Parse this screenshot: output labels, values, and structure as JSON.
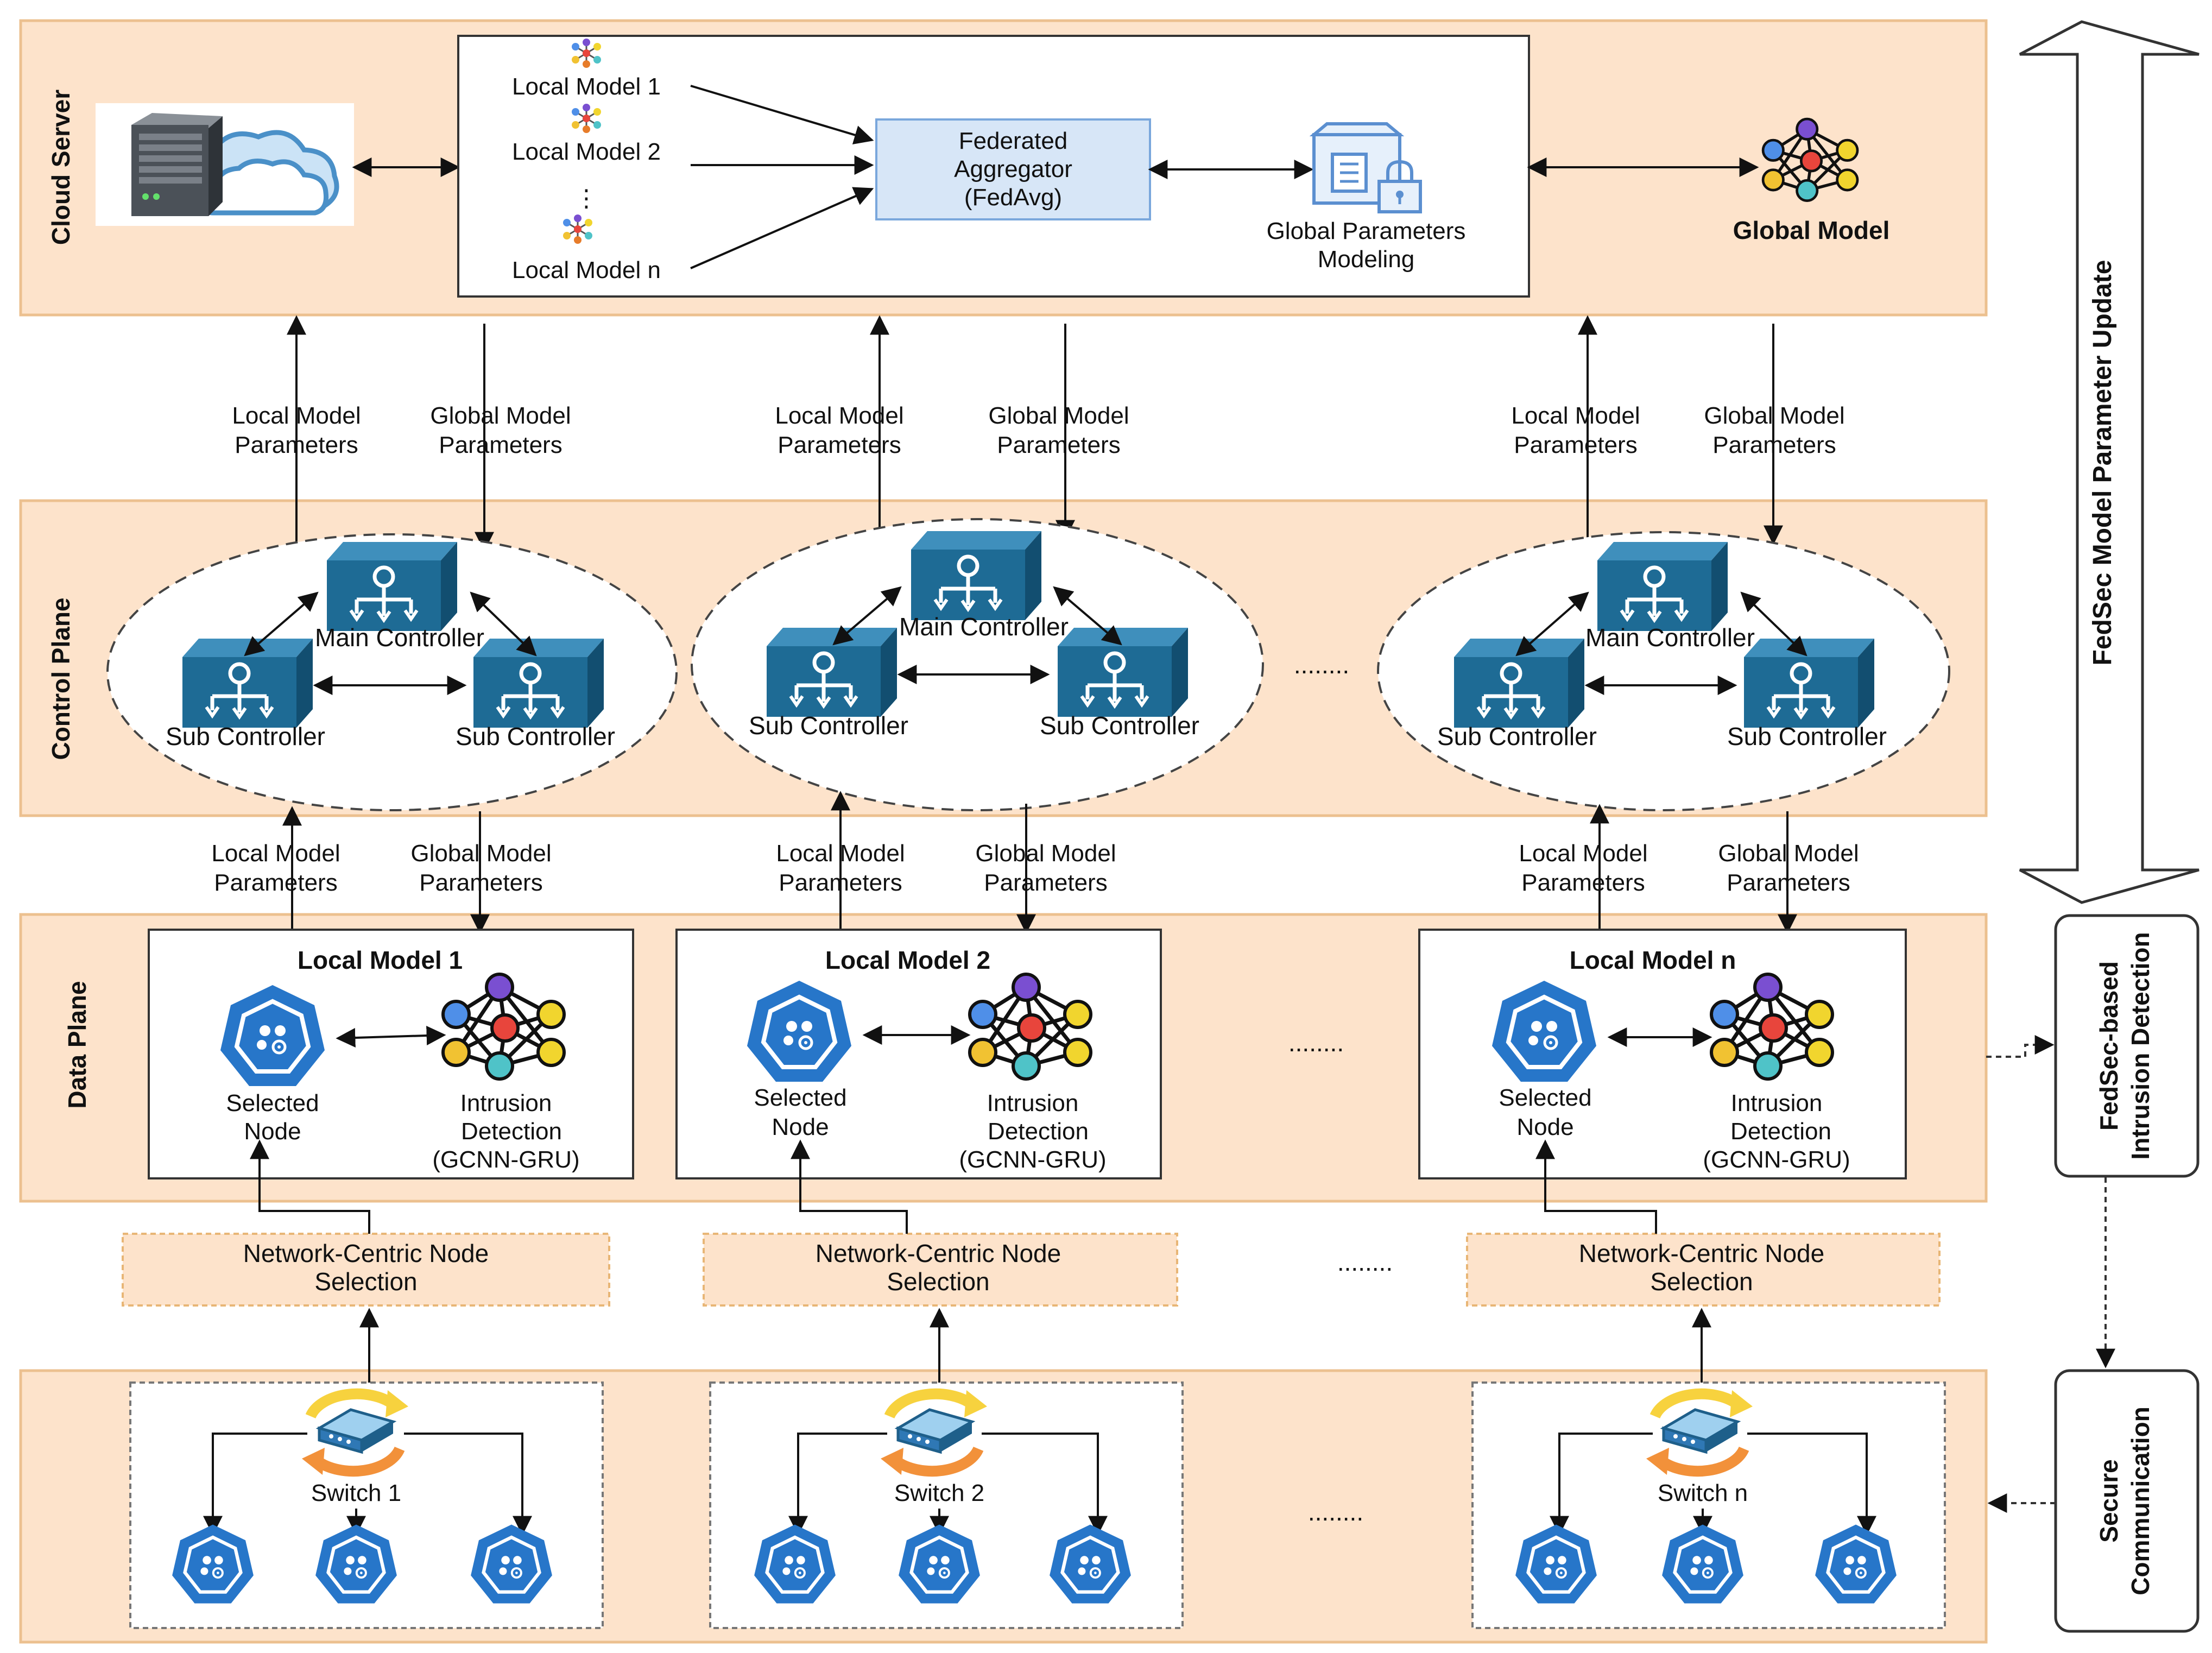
{
  "colors": {
    "layer_fill": "#fde3cb",
    "layer_stroke": "#ecc08f",
    "aggregator_fill": "#d7e6f7",
    "aggregator_stroke": "#7aa7dc",
    "controller_blue": "#1e6b95",
    "node_blue": "#2776c9",
    "switch_orange": "#f2a13a",
    "switch_yellow": "#f7d23e"
  },
  "layers": {
    "cloud_server": "Cloud Server",
    "control_plane": "Control Plane",
    "data_plane": "Data Plane"
  },
  "cloud": {
    "local_models": [
      "Local Model 1",
      "Local Model 2",
      "Local Model n"
    ],
    "vdots": "⋮",
    "aggregator": [
      "Federated",
      "Aggregator",
      "(FedAvg)"
    ],
    "global_params": [
      "Global Parameters",
      "Modeling"
    ],
    "global_model": "Global Model"
  },
  "flow_labels": {
    "local": [
      "Local Model",
      "Parameters"
    ],
    "global": [
      "Global Model",
      "Parameters"
    ]
  },
  "control": {
    "main": "Main Controller",
    "sub": "Sub Controller",
    "ellipsis": "........"
  },
  "data_plane": {
    "models": [
      "Local Model 1",
      "Local Model 2",
      "Local Model n"
    ],
    "selected": [
      "Selected",
      "Node"
    ],
    "intrusion": [
      "Intrusion",
      "Detection",
      "(GCNN-GRU)"
    ],
    "ellipsis": "........"
  },
  "selection": {
    "label": [
      "Network-Centric Node",
      "Selection"
    ],
    "ellipsis": "........"
  },
  "switches": {
    "labels": [
      "Switch 1",
      "Switch 2",
      "Switch n"
    ],
    "ellipsis": "........"
  },
  "side": {
    "update": "FedSec Model Parameter Update",
    "intrusion": [
      "FedSec-based",
      "Intrusion Detection"
    ],
    "secure": [
      "Secure",
      "Communication"
    ]
  }
}
